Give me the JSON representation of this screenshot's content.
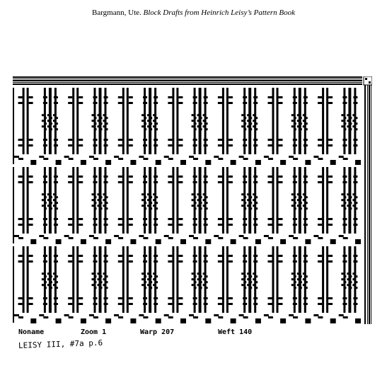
{
  "citation": {
    "author": "Bargmann, Ute. ",
    "title": "Block Drafts from Heinrich Leisy’s Pattern Book"
  },
  "draft_window": {
    "warp_threads": 207,
    "weft_picks": 140,
    "repeat_columns": 14,
    "repeat_rows": 3,
    "ink_color": "#000000",
    "paper_color": "#ffffff"
  },
  "status": {
    "name": "Noname",
    "zoom": "Zoom 1",
    "warp": "Warp 207",
    "weft": "Weft 140"
  },
  "note": "LEISY III, #7a p.6"
}
